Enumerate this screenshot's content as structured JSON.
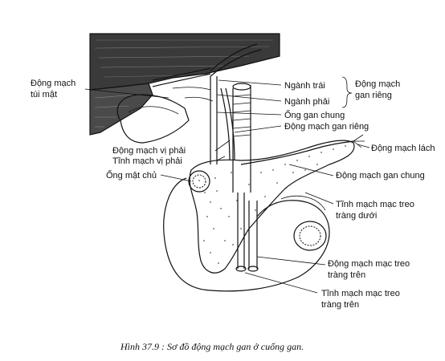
{
  "labels": {
    "cystic_artery": [
      "Động mạch",
      "túi mật"
    ],
    "left_branch": "Ngành trái",
    "right_branch": "Ngành phải",
    "proper_hepatic": [
      "Động mạch",
      "gan riêng"
    ],
    "common_hepatic_duct": "Ống gan chung",
    "proper_hepatic_artery": "Động mạch gan riêng",
    "splenic_artery": "Động mạch lách",
    "right_gastric_artery": "Động mạch vị phải",
    "right_gastric_vein": "Tĩnh mạch vị phải",
    "common_bile_duct": "Ống mật chủ",
    "common_hepatic_artery": "Động mạch gan chung",
    "inferior_mesenteric_vein": [
      "Tĩnh mạch mạc treo",
      "tràng dưới"
    ],
    "superior_mesenteric_artery": [
      "Động mạch mạc treo",
      "tràng trên"
    ],
    "superior_mesenteric_vein": [
      "Tĩnh mạch mạc treo",
      "tràng trên"
    ]
  },
  "caption": "Hình 37.9 : Sơ đồ động mạch gan ở cuống gan."
}
